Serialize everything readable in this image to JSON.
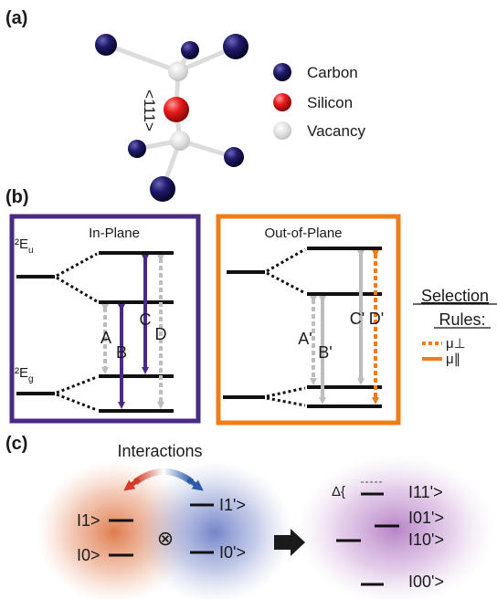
{
  "panel_a": {
    "label": "(a)",
    "axis_label": "<111>",
    "legend": [
      {
        "name": "Carbon",
        "color": "#14104a"
      },
      {
        "name": "Silicon",
        "color": "#e01616"
      },
      {
        "name": "Vacancy",
        "color": "#d6d6d6"
      }
    ]
  },
  "panel_b": {
    "label": "(b)",
    "in_plane": {
      "title": "In-Plane",
      "frame_color": "#4a2a82",
      "level_Eu": "²E",
      "level_Eu_sub": "u",
      "level_Eg": "²E",
      "level_Eg_sub": "g",
      "transitions": [
        "A",
        "B",
        "C",
        "D"
      ]
    },
    "out_of_plane": {
      "title": "Out-of-Plane",
      "frame_color": "#f07d1c",
      "transitions": [
        "A'",
        "B'",
        "C'",
        "D'"
      ]
    },
    "selection_rules": {
      "title_line1": "Selection",
      "title_line2": "Rules:",
      "perp": "μ⊥",
      "par": "μ∥"
    },
    "colors": {
      "purple": "#4a2a82",
      "orange": "#f07d1c",
      "grey": "#bdbdbd"
    }
  },
  "panel_c": {
    "label": "(c)",
    "title": "Interactions",
    "left_states": [
      "I1>",
      "I0>"
    ],
    "right_states": [
      "I1'>",
      "I0'>"
    ],
    "tensor_symbol": "⊗",
    "delta": "Δ{",
    "combined_states": [
      "I11'>",
      "I01'>",
      "I10'>",
      "I00'>"
    ]
  }
}
